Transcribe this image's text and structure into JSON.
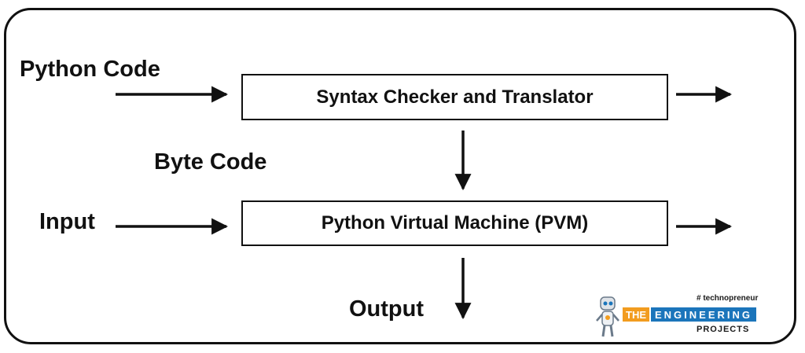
{
  "diagram": {
    "labels": {
      "python_code": "Python Code",
      "byte_code": "Byte Code",
      "input": "Input",
      "output": "Output"
    },
    "boxes": {
      "syntax_checker": "Syntax Checker and Translator",
      "pvm": "Python Virtual Machine (PVM)"
    },
    "edges": [
      {
        "from": "Python Code",
        "to": "Syntax Checker and Translator"
      },
      {
        "from": "Syntax Checker and Translator",
        "to": "Python Virtual Machine (PVM)",
        "label": "Byte Code"
      },
      {
        "from": "Input",
        "to": "Python Virtual Machine (PVM)"
      },
      {
        "from": "Python Virtual Machine (PVM)",
        "to": "Output"
      }
    ]
  },
  "logo": {
    "hashtag": "# technopreneur",
    "the": "THE",
    "engineering": "ENGINEERING",
    "projects": "PROJECTS",
    "colors": {
      "orange": "#f29c1f",
      "blue": "#1b75bb"
    }
  }
}
